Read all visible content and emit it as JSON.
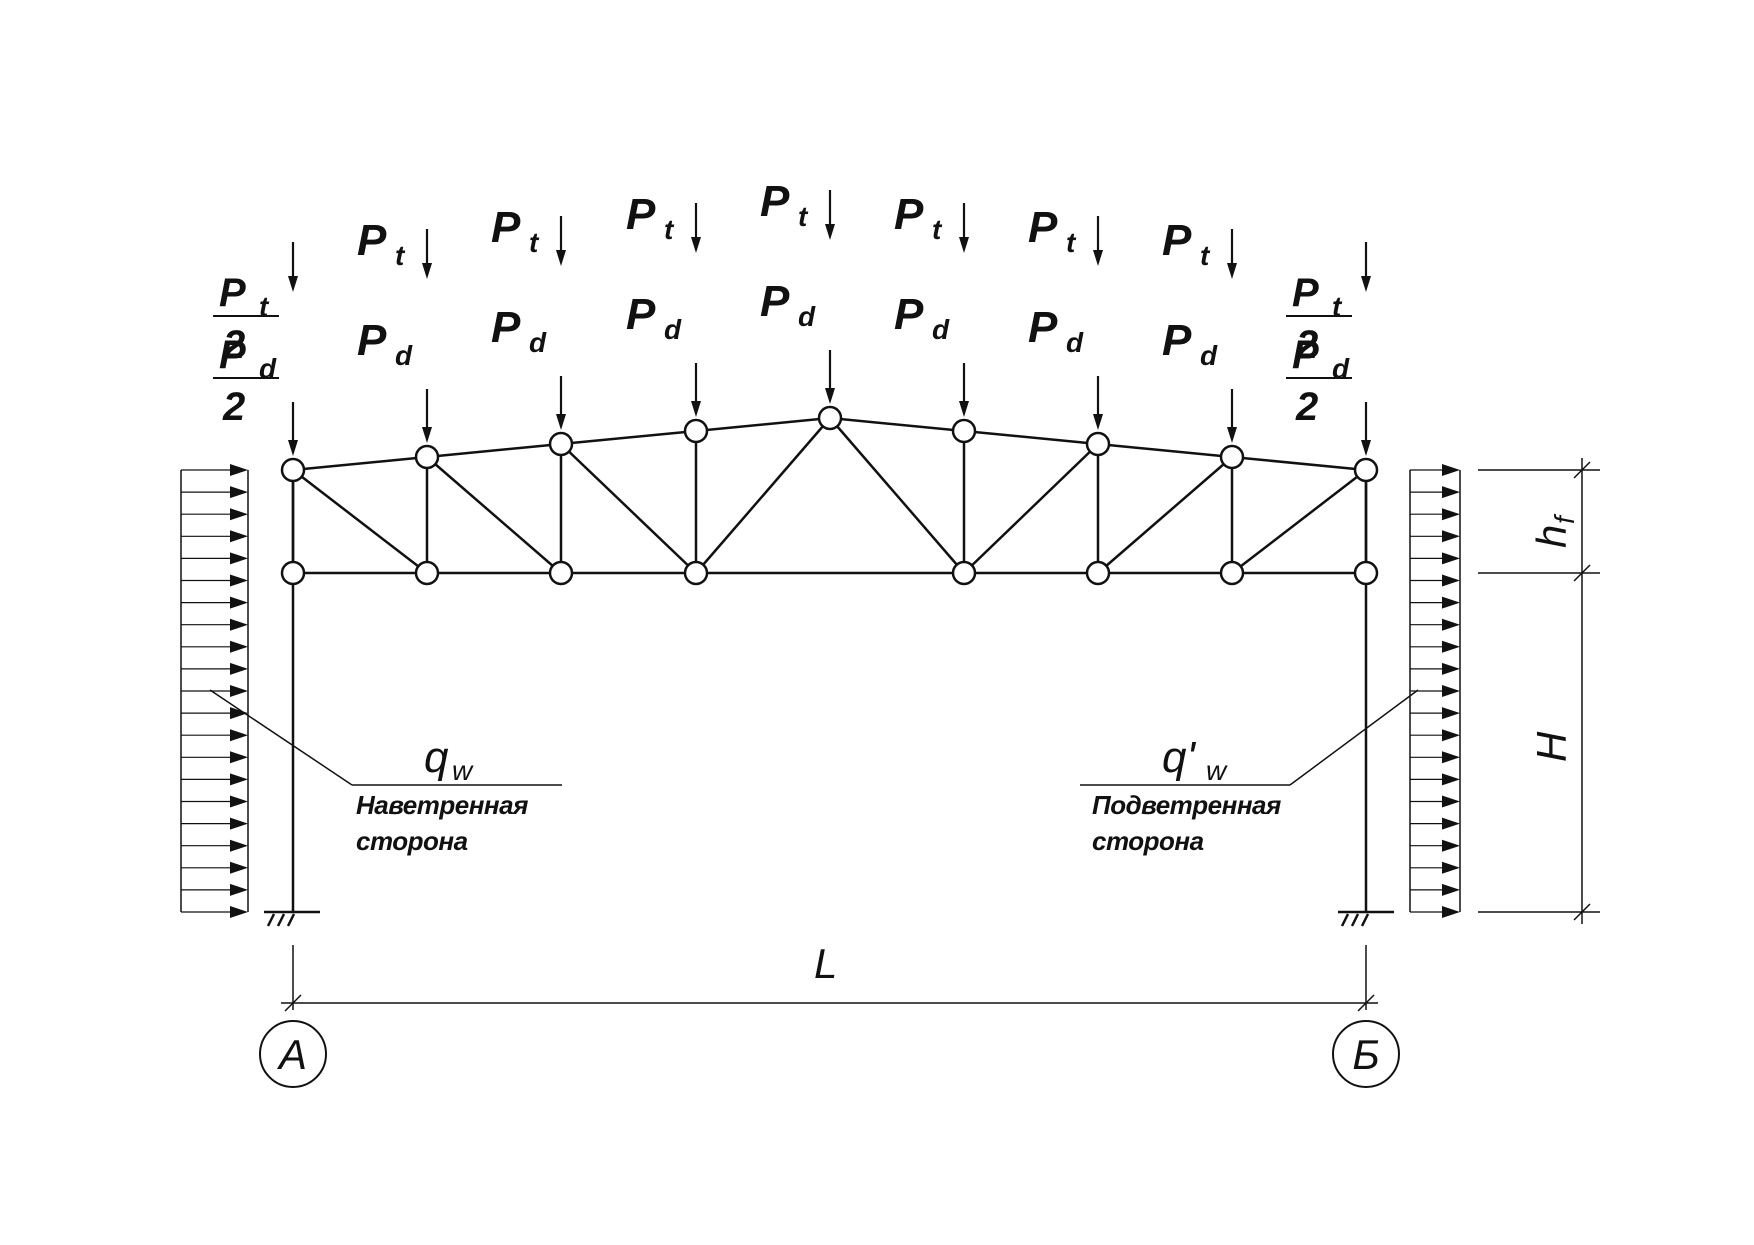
{
  "loads": {
    "pt_symbol": "P",
    "pt_sub": "t",
    "pd_symbol": "P",
    "pd_sub": "d",
    "half_denominator": "2"
  },
  "wind": {
    "windward_symbol": "q",
    "windward_sub": "w",
    "windward_note_line1": "Наветренная",
    "windward_note_line2": "сторона",
    "leeward_symbol": "q'",
    "leeward_sub": "w",
    "leeward_note_line1": "Подветренная",
    "leeward_note_line2": "сторона"
  },
  "dimensions": {
    "span": "L",
    "truss_height": "h",
    "truss_height_sub": "f",
    "column_height": "H"
  },
  "axes": {
    "left": "А",
    "right": "Б"
  },
  "colors": {
    "line": "#111111",
    "background": "#ffffff"
  }
}
